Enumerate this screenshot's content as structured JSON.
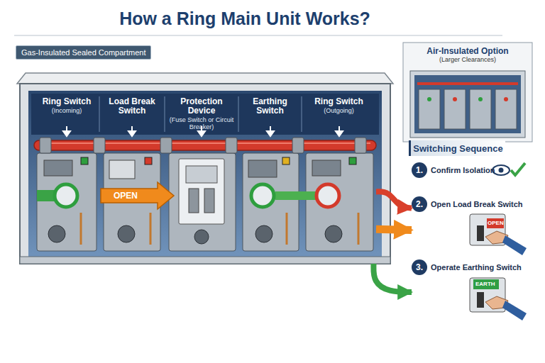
{
  "diagram": {
    "title": "How a Ring Main Unit Works?",
    "nodes": [
      {
        "text": [
          "Gas-Insulated Sealed Compartment"
        ]
      },
      {
        "text": [
          "Ring Switch",
          "(Incoming)"
        ],
        "in": 0
      },
      {
        "text": [
          "Load Break Switch"
        ],
        "in": 0
      },
      {
        "text": [
          "Protection Device",
          "(Fuse Switch or Circuit Breaker)"
        ],
        "in": 0
      },
      {
        "text": [
          "Earthing Switch"
        ],
        "in": 0
      },
      {
        "text": [
          "Ring Switch",
          "(Outgoing)"
        ],
        "in": 0
      },
      {
        "text": [
          "Air-Insulated Option",
          "(Larger Clearances)"
        ]
      },
      {
        "text": [
          "Switching Sequence"
        ]
      },
      {
        "text": [
          "1.",
          "Confirm Isolation"
        ]
      },
      {
        "text": [
          "2.",
          "Open Load Break Switch"
        ]
      },
      {
        "text": [
          "3.",
          "Operate Earthing Switch"
        ]
      }
    ],
    "edges": [
      {
        "from": 5,
        "to": 9,
        "arrow": "to"
      },
      {
        "from": 5,
        "to": 9,
        "arrow": "to"
      },
      {
        "from": 0,
        "to": 10,
        "arrow": "to"
      }
    ],
    "labels": [
      "OPEN",
      "OPEN",
      "EARTH"
    ]
  }
}
